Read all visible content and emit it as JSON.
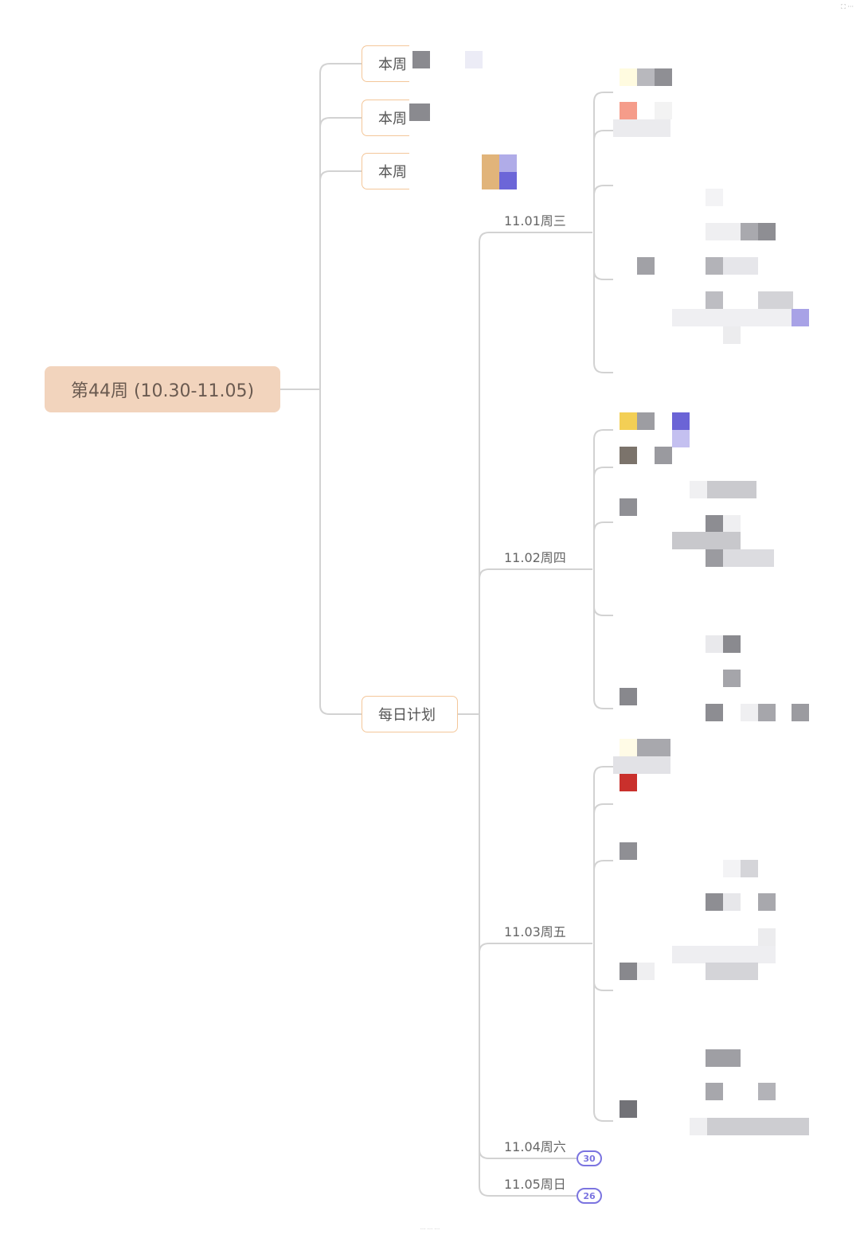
{
  "root": {
    "label": "第44周 (10.30-11.05)"
  },
  "branches": [
    {
      "label": "本周"
    },
    {
      "label": "本周"
    },
    {
      "label": "本周"
    },
    {
      "label": "每日计划"
    }
  ],
  "days": [
    {
      "label": "11.01周三",
      "badge": ""
    },
    {
      "label": "11.02周四",
      "badge": ""
    },
    {
      "label": "11.03周五",
      "badge": ""
    },
    {
      "label": "11.04周六",
      "badge": "30"
    },
    {
      "label": "11.05周日",
      "badge": "26"
    }
  ],
  "colors": {
    "line": "#cfcfcf",
    "root_fill": "#f2d4bd",
    "branch_border": "#f4c79a",
    "badge": "#7b74e0"
  },
  "redacted_content_note": ""
}
